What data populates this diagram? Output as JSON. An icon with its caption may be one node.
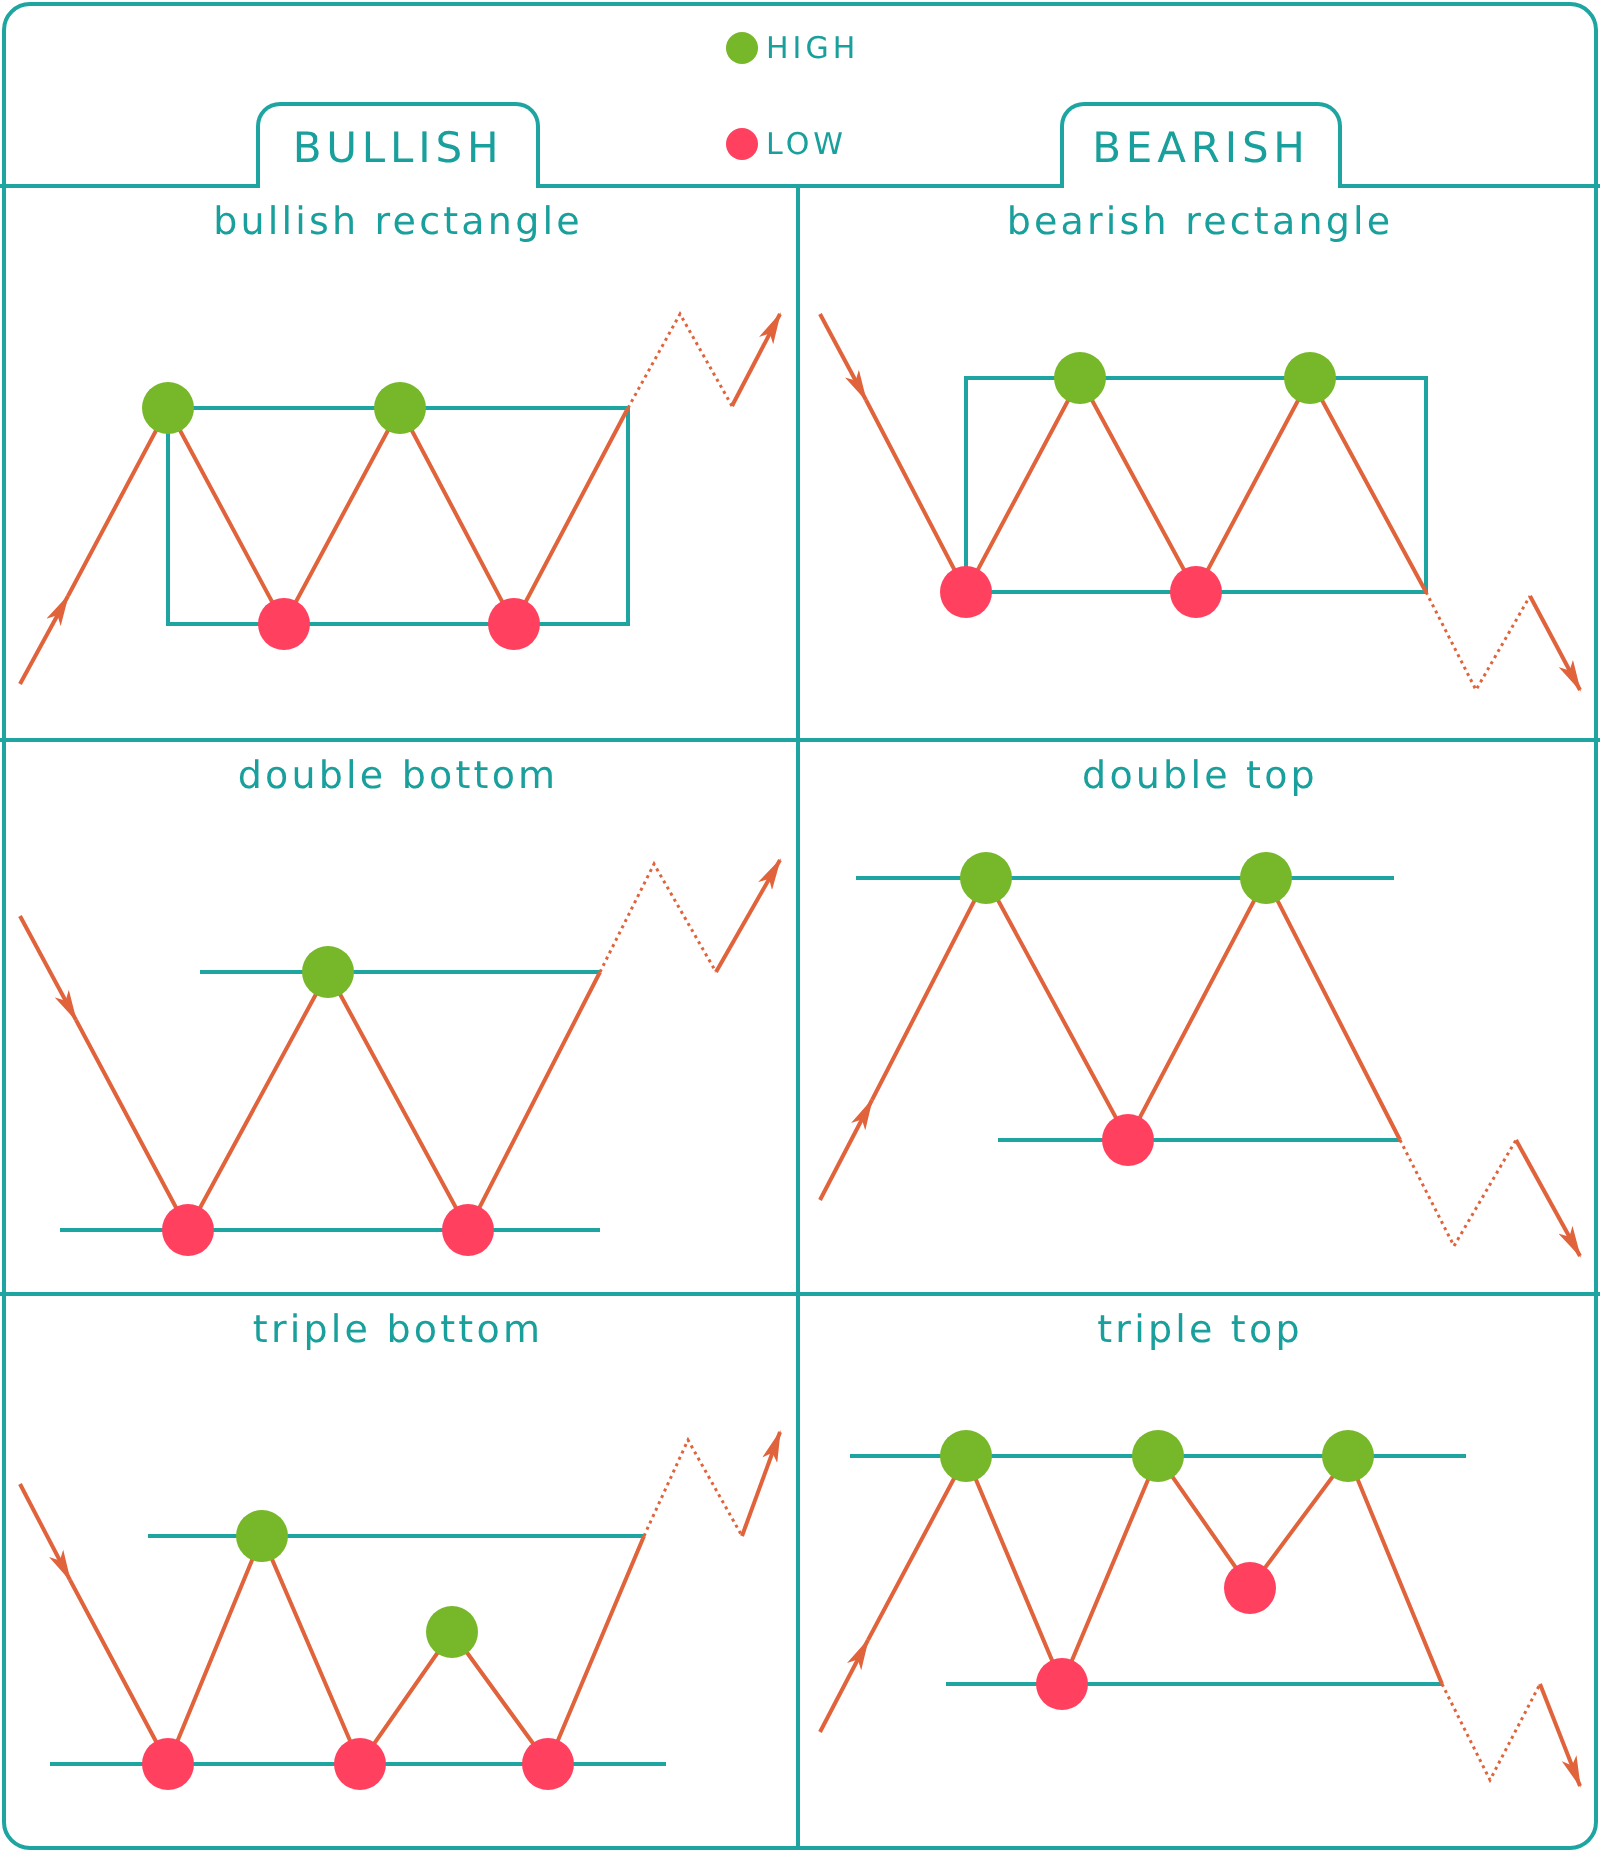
{
  "diagram": {
    "nodes": [
      {
        "text": [
          "BULLISH"
        ]
      },
      {
        "text": [
          "BEARISH"
        ]
      },
      {
        "text": [
          "bullish rectangle"
        ]
      },
      {
        "text": [
          "bearish rectangle"
        ]
      },
      {
        "text": [
          "double bottom"
        ]
      },
      {
        "text": [
          "double top"
        ]
      },
      {
        "text": [
          "triple bottom"
        ]
      },
      {
        "text": [
          "triple top"
        ]
      }
    ],
    "legend": [
      {
        "text": "HIGH",
        "color": "#76b82a"
      },
      {
        "text": "LOW",
        "color": "#ff405e"
      }
    ]
  }
}
